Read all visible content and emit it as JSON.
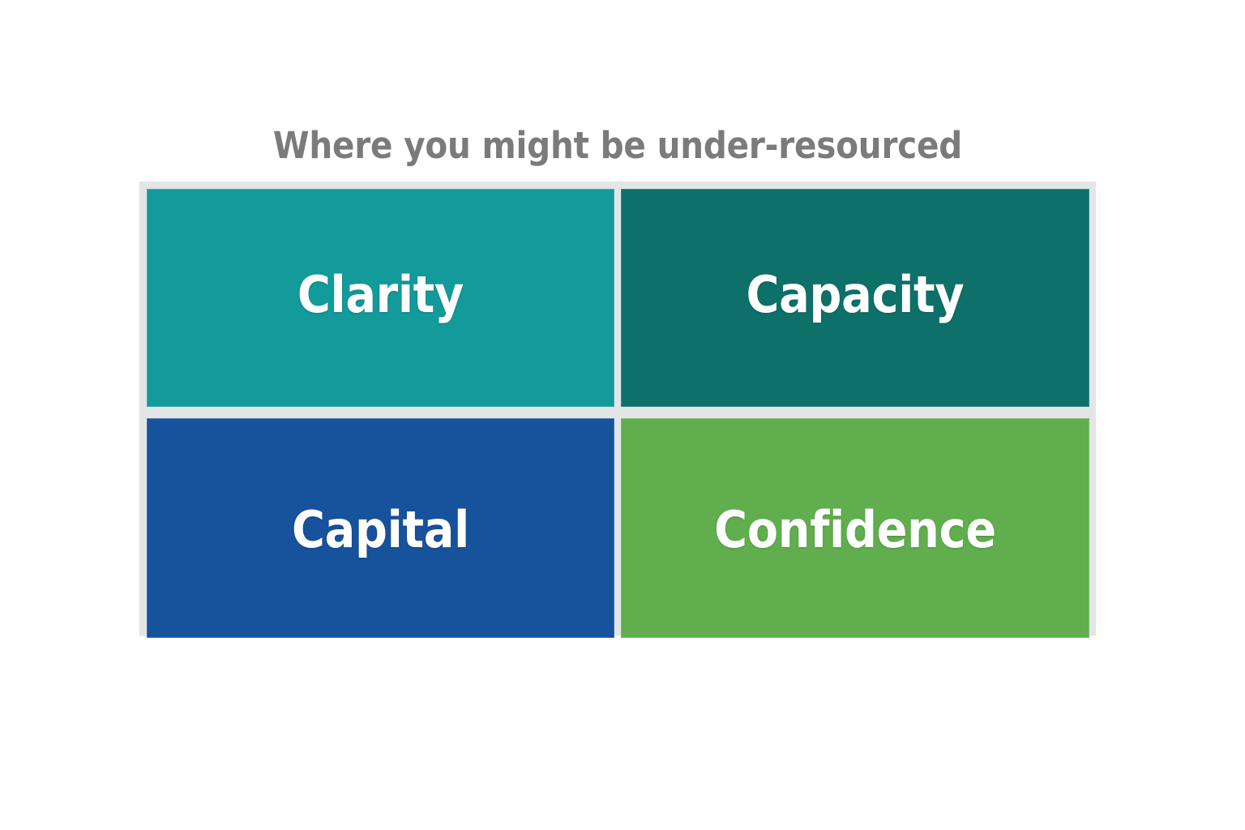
{
  "slide": {
    "background_color": "#ffffff",
    "title": "Where you might be under-resourced",
    "title_color": "#7b7b7b"
  },
  "matrix": {
    "frame_color": "#e3e5e7",
    "quadrants": [
      {
        "id": "clarity",
        "label": "Clarity",
        "color": "#139a9a",
        "text_color": "#ffffff",
        "position": "top-left"
      },
      {
        "id": "capacity",
        "label": "Capacity",
        "color": "#0d716a",
        "text_color": "#ffffff",
        "position": "top-right"
      },
      {
        "id": "capital",
        "label": "Capital",
        "color": "#17529c",
        "text_color": "#ffffff",
        "position": "bottom-left"
      },
      {
        "id": "confidence",
        "label": "Confidence",
        "color": "#60ae4e",
        "text_color": "#ffffff",
        "position": "bottom-right"
      }
    ]
  }
}
